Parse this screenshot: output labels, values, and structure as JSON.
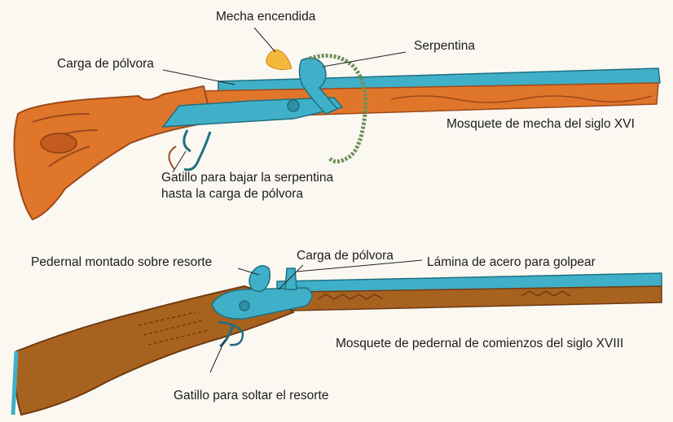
{
  "musket_top": {
    "caption": "Mosquete de mecha del siglo XVI",
    "labels": {
      "lit_match": "Mecha encendida",
      "serpentine": "Serpentina",
      "powder_charge": "Carga de pólvora",
      "trigger_line1": "Gatillo para bajar la serpentina",
      "trigger_line2": "hasta la carga de pólvora"
    }
  },
  "musket_bottom": {
    "caption": "Mosquete de pedernal de comienzos del siglo XVIII",
    "labels": {
      "flint_spring": "Pedernal montado sobre resorte",
      "powder_charge": "Carga de pólvora",
      "steel_plate": "Lámina de acero para golpear",
      "trigger": "Gatillo para soltar el resorte"
    }
  },
  "colors": {
    "wood_orange": "#e0762a",
    "wood_dark": "#9b4a1c",
    "wood_brown": "#a8621f",
    "metal_blue": "#3fb0c8",
    "metal_dark": "#1f6f80",
    "match_green": "#6f8f5a",
    "flame": "#f3b93a"
  }
}
